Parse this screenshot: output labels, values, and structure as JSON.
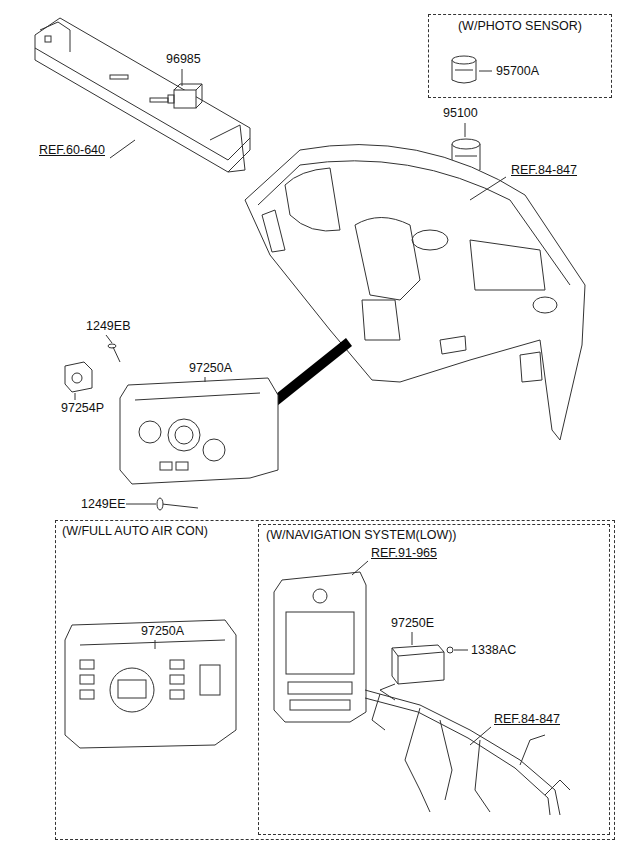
{
  "diagram": {
    "nodes": [
      {
        "text": [
          "(W/PHOTO SENSOR)"
        ]
      },
      {
        "text": [
          "(W/FULL AUTO AIR CON)"
        ]
      },
      {
        "text": [
          "(W/NAVIGATION SYSTEM(LOW))"
        ],
        "in": 1
      }
    ],
    "labels": [
      "96985",
      "REF.60-640",
      "95700A",
      "95100",
      "REF.84-847",
      "1249EB",
      "97250A",
      "97254P",
      "1249EE",
      "97250A",
      "REF.91-965",
      "97250E",
      "1338AC",
      "REF.84-847"
    ]
  }
}
